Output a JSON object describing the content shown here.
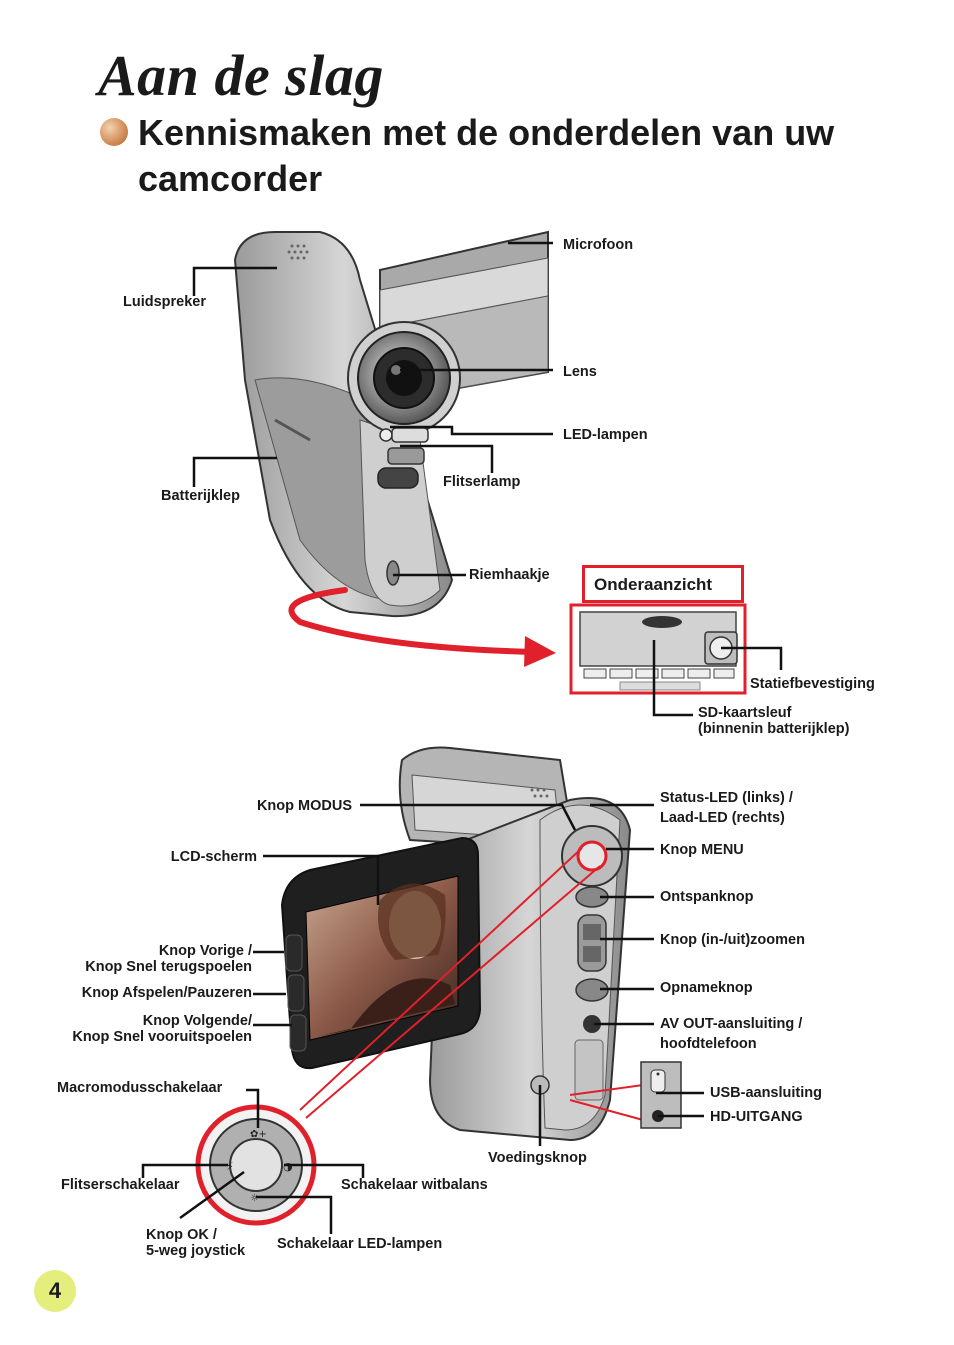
{
  "page": {
    "title": "Aan de slag",
    "subtitle": "Kennismaken met de onderdelen van uw camcorder",
    "page_number": "4"
  },
  "top_view": {
    "labels": {
      "microfoon": "Microfoon",
      "luidspreker": "Luidspreker",
      "lens": "Lens",
      "led_lampen": "LED-lampen",
      "flitserlamp": "Flitserlamp",
      "batterijklep": "Batterijklep",
      "riemhaakje": "Riemhaakje"
    }
  },
  "bottom_view": {
    "title": "Onderaanzicht",
    "labels": {
      "statiefbevestiging": "Statiefbevestiging",
      "sd_line1": "SD-kaartsleuf",
      "sd_line2": "(binnenin batterijklep)"
    }
  },
  "back_view": {
    "labels": {
      "knop_modus": "Knop MODUS",
      "lcd_scherm": "LCD-scherm",
      "status_led_line1": "Status-LED (links) /",
      "status_led_line2": "Laad-LED (rechts)",
      "knop_menu": "Knop MENU",
      "ontspanknop": "Ontspanknop",
      "zoom": "Knop (in-/uit)zoomen",
      "opnameknop": "Opnameknop",
      "av_out_line1": "AV OUT-aansluiting /",
      "av_out_line2": "hoofdtelefoon",
      "usb": "USB-aansluiting",
      "hd": "HD-UITGANG",
      "vorige_line1": "Knop Vorige /",
      "vorige_line2": "Knop Snel terugspoelen",
      "afspelen": "Knop Afspelen/Pauzeren",
      "volgende_line1": "Knop Volgende/",
      "volgende_line2": "Knop Snel vooruitspoelen",
      "macromodus": "Macromodusschakelaar",
      "voedingsknop": "Voedingsknop",
      "flitserschakelaar": "Flitserschakelaar",
      "witbalans": "Schakelaar witbalans",
      "ok_line1": "Knop OK /",
      "ok_line2": "5-weg joystick",
      "led_schakelaar": "Schakelaar LED-lampen"
    }
  },
  "colors": {
    "accent_red": "#e0202a",
    "bullet": "#d08b55",
    "page_badge": "#e3ee7c"
  }
}
